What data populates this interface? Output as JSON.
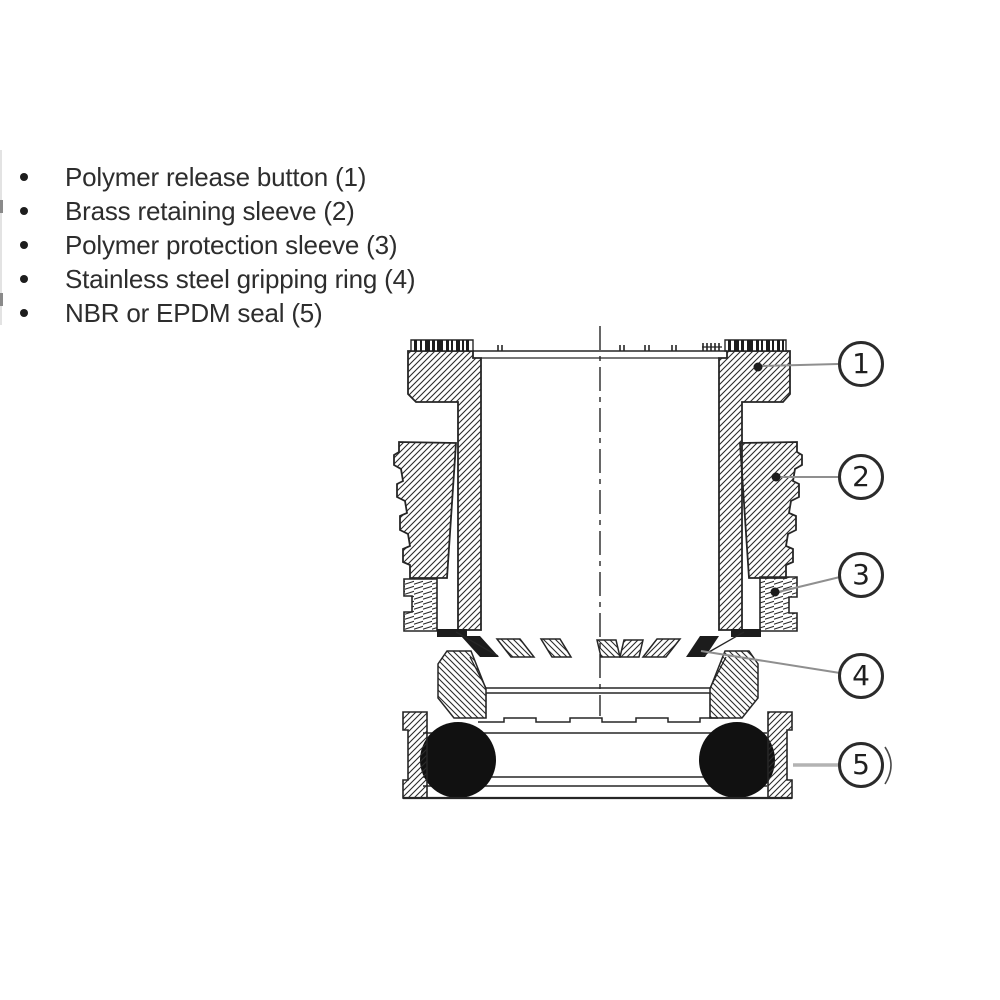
{
  "legend": {
    "items": [
      {
        "label": "Polymer release button (1)"
      },
      {
        "label": "Brass retaining sleeve (2)"
      },
      {
        "label": "Polymer protection sleeve (3)"
      },
      {
        "label": "Stainless steel gripping ring (4)"
      },
      {
        "label": "NBR or EPDM seal (5)"
      }
    ]
  },
  "diagram": {
    "callouts": [
      {
        "number": "1"
      },
      {
        "number": "2"
      },
      {
        "number": "3"
      },
      {
        "number": "4"
      },
      {
        "number": "5"
      }
    ],
    "colors": {
      "line": "#262626",
      "leader": "#8f8f8f",
      "seal_fill": "#111111",
      "background": "#ffffff"
    }
  }
}
